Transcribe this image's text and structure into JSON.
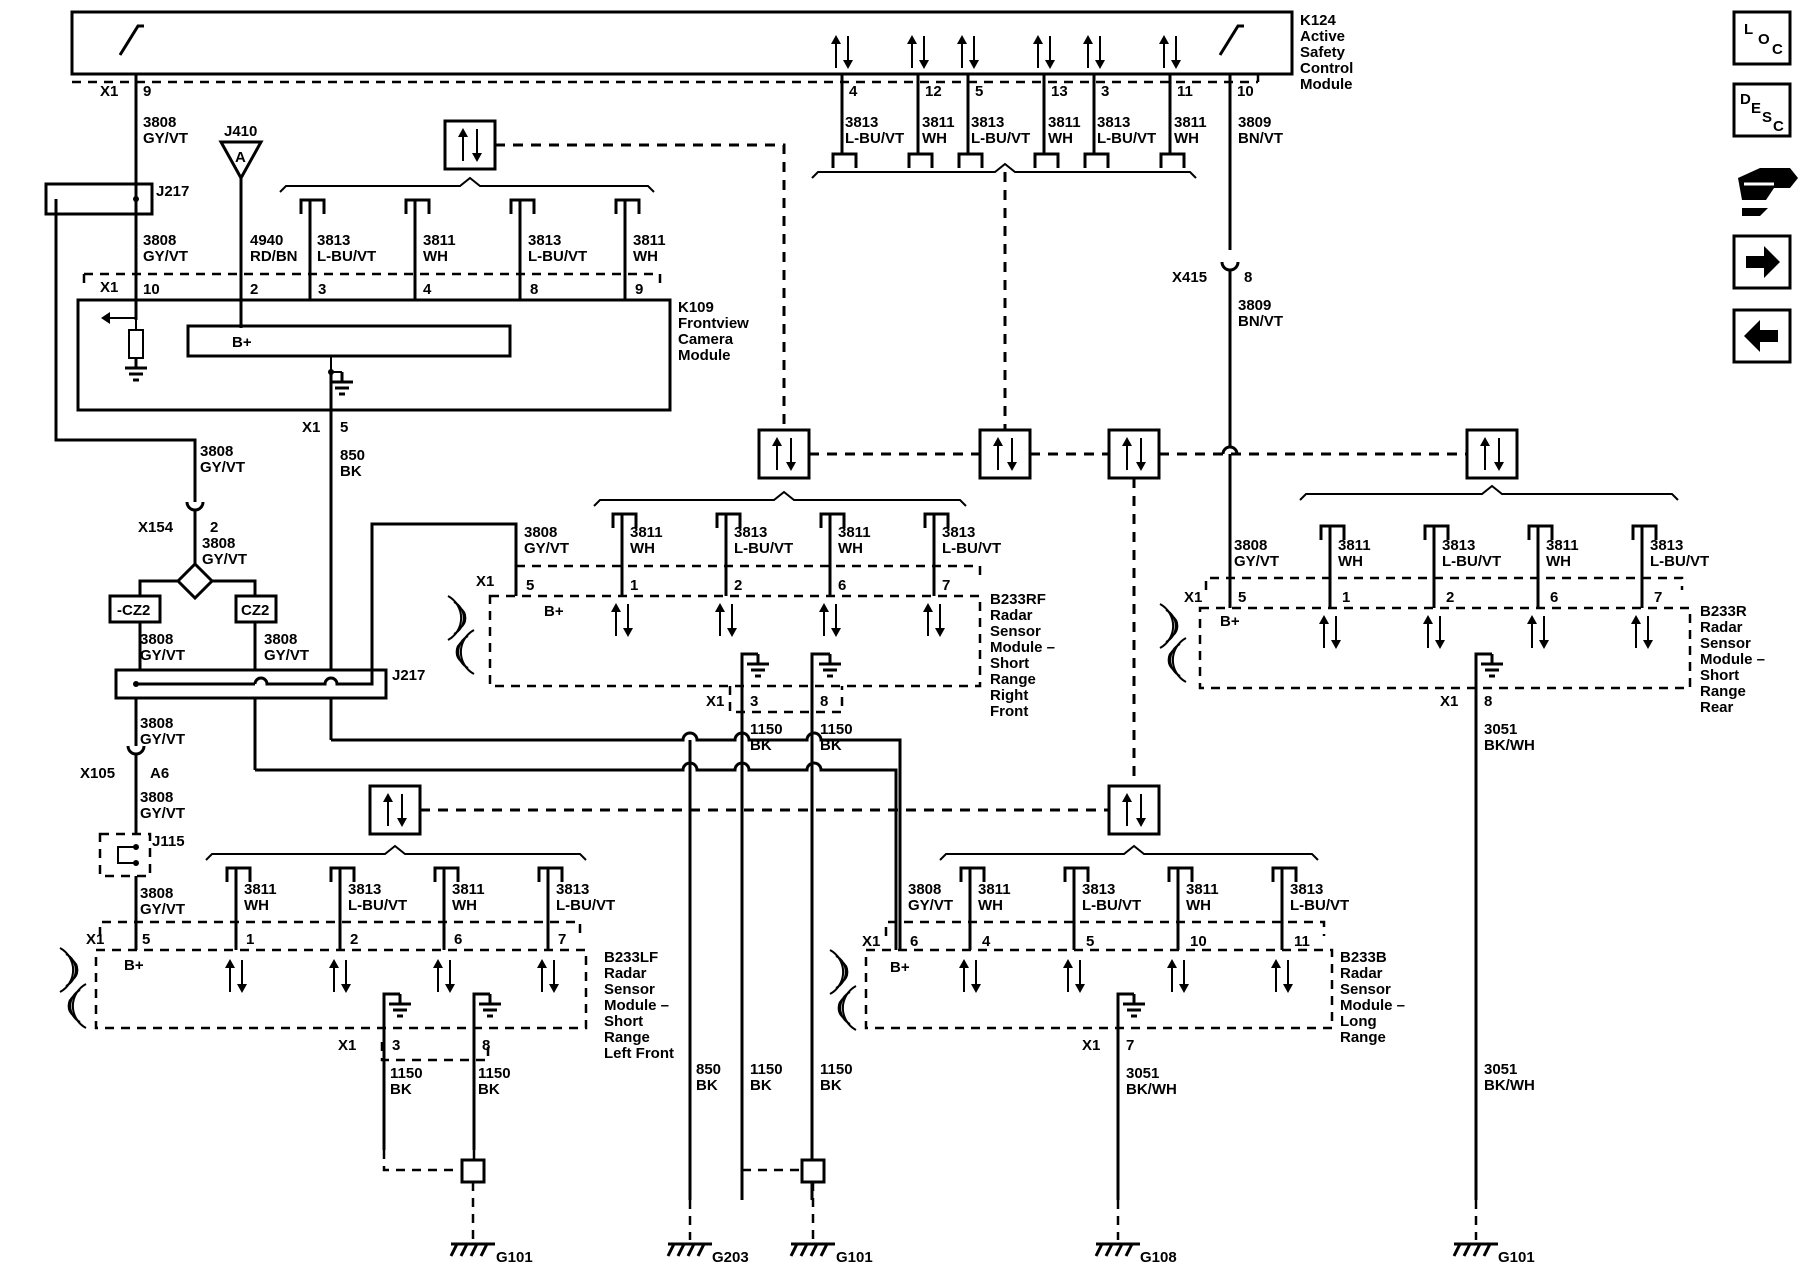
{
  "k124": {
    "lines": [
      "K124",
      "Active",
      "Safety",
      "Control",
      "Module"
    ],
    "x1": "X1",
    "pins": [
      "9",
      "4",
      "12",
      "5",
      "13",
      "3",
      "11",
      "10"
    ]
  },
  "k124_wires": [
    {
      "c": "3813",
      "col": "L-BU/VT"
    },
    {
      "c": "3811",
      "col": "WH"
    },
    {
      "c": "3813",
      "col": "L-BU/VT"
    },
    {
      "c": "3811",
      "col": "WH"
    },
    {
      "c": "3813",
      "col": "L-BU/VT"
    },
    {
      "c": "3811",
      "col": "WH"
    }
  ],
  "left_wires": {
    "w1": {
      "c": "3808",
      "col": "GY/VT"
    },
    "w2": {
      "c": "3808",
      "col": "GY/VT"
    },
    "w3": {
      "c": "3808",
      "col": "GY/VT"
    },
    "w4": {
      "c": "3808",
      "col": "GY/VT"
    },
    "w5": {
      "c": "3808",
      "col": "GY/VT"
    },
    "w6": {
      "c": "3808",
      "col": "GY/VT"
    },
    "w7": {
      "c": "3808",
      "col": "GY/VT"
    },
    "w8": {
      "c": "3808",
      "col": "GY/VT"
    },
    "w9": {
      "c": "3808",
      "col": "GY/VT"
    }
  },
  "right_wire": {
    "top": {
      "c": "3809",
      "col": "BN/VT"
    },
    "bot": {
      "c": "3809",
      "col": "BN/VT"
    },
    "conn": "X415",
    "pin": "8"
  },
  "j410": {
    "label": "J410",
    "letter": "A",
    "wire": {
      "c": "4940",
      "col": "RD/BN"
    }
  },
  "j217a": "J217",
  "j217b": "J217",
  "j115": "J115",
  "x154": {
    "label": "X154",
    "pin": "2"
  },
  "x105": {
    "label": "X105",
    "pin": "A6"
  },
  "cz": {
    "left": "-CZ2",
    "right": "CZ2"
  },
  "k109": {
    "lines": [
      "K109",
      "Frontview",
      "Camera",
      "Module"
    ],
    "x1": "X1",
    "bplus": "B+",
    "pins": [
      "10",
      "2",
      "3",
      "4",
      "8",
      "9"
    ],
    "wires": [
      {
        "c": "3813",
        "col": "L-BU/VT"
      },
      {
        "c": "3811",
        "col": "WH"
      },
      {
        "c": "3813",
        "col": "L-BU/VT"
      },
      {
        "c": "3811",
        "col": "WH"
      }
    ],
    "gnd": {
      "x1": "X1",
      "pin": "5",
      "c": "850",
      "col": "BK"
    }
  },
  "b233rf": {
    "lines": [
      "B233RF",
      "Radar",
      "Sensor",
      "Module –",
      "Short",
      "Range",
      "Right",
      "Front"
    ],
    "x1": "X1",
    "bplus": "B+",
    "pins": [
      "5",
      "1",
      "2",
      "6",
      "7"
    ],
    "gpins": [
      "3",
      "8"
    ],
    "wires": [
      {
        "c": "3811",
        "col": "WH"
      },
      {
        "c": "3813",
        "col": "L-BU/VT"
      },
      {
        "c": "3811",
        "col": "WH"
      },
      {
        "c": "3813",
        "col": "L-BU/VT"
      }
    ],
    "gw": [
      {
        "c": "1150",
        "col": "BK"
      },
      {
        "c": "1150",
        "col": "BK"
      }
    ]
  },
  "b233r": {
    "lines": [
      "B233R",
      "Radar",
      "Sensor",
      "Module –",
      "Short",
      "Range",
      "Rear"
    ],
    "x1": "X1",
    "bplus": "B+",
    "pins": [
      "5",
      "1",
      "2",
      "6",
      "7"
    ],
    "gpin": "8",
    "wires": [
      {
        "c": "3811",
        "col": "WH"
      },
      {
        "c": "3813",
        "col": "L-BU/VT"
      },
      {
        "c": "3811",
        "col": "WH"
      },
      {
        "c": "3813",
        "col": "L-BU/VT"
      }
    ],
    "gw": {
      "c": "3051",
      "col": "BK/WH"
    }
  },
  "b233lf": {
    "lines": [
      "B233LF",
      "Radar",
      "Sensor",
      "Module –",
      "Short",
      "Range",
      "Left Front"
    ],
    "x1": "X1",
    "bplus": "B+",
    "pins": [
      "5",
      "1",
      "2",
      "6",
      "7"
    ],
    "gpins": [
      "3",
      "8"
    ],
    "wires": [
      {
        "c": "3811",
        "col": "WH"
      },
      {
        "c": "3813",
        "col": "L-BU/VT"
      },
      {
        "c": "3811",
        "col": "WH"
      },
      {
        "c": "3813",
        "col": "L-BU/VT"
      }
    ],
    "gw": [
      {
        "c": "1150",
        "col": "BK"
      },
      {
        "c": "1150",
        "col": "BK"
      }
    ]
  },
  "b233b": {
    "lines": [
      "B233B",
      "Radar",
      "Sensor",
      "Module –",
      "Long",
      "Range"
    ],
    "x1": "X1",
    "bplus": "B+",
    "pins": [
      "6",
      "4",
      "5",
      "10",
      "11"
    ],
    "gpin": "7",
    "wires": [
      {
        "c": "3811",
        "col": "WH"
      },
      {
        "c": "3813",
        "col": "L-BU/VT"
      },
      {
        "c": "3811",
        "col": "WH"
      },
      {
        "c": "3813",
        "col": "L-BU/VT"
      }
    ],
    "gw": {
      "c": "3051",
      "col": "BK/WH"
    }
  },
  "bottom_wires": {
    "g850": {
      "c": "850",
      "col": "BK"
    },
    "g1150a": {
      "c": "1150",
      "col": "BK"
    },
    "g1150b": {
      "c": "1150",
      "col": "BK"
    },
    "g3051": {
      "c": "3051",
      "col": "BK/WH"
    }
  },
  "grounds": [
    "G101",
    "G203",
    "G101",
    "G108",
    "G101"
  ],
  "sidebar": {
    "loc": [
      "L",
      "O",
      "C"
    ],
    "desc": [
      "D",
      "E",
      "S",
      "C"
    ]
  }
}
